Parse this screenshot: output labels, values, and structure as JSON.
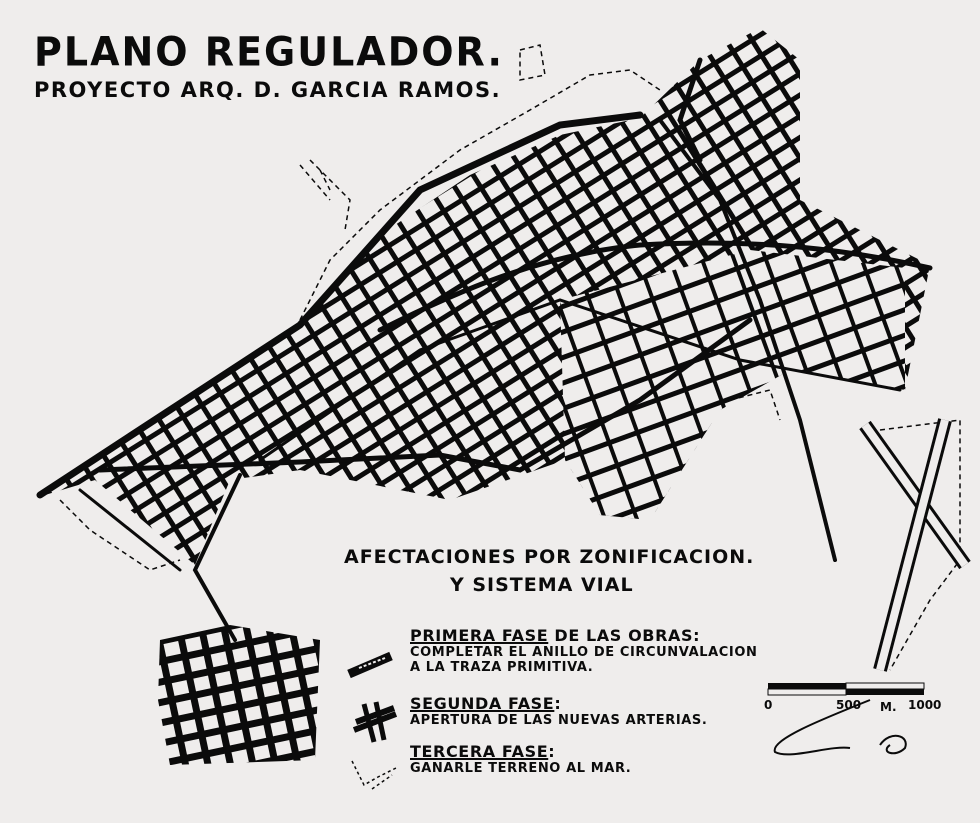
{
  "header": {
    "title": "PLANO REGULADOR.",
    "subtitle": "PROYECTO ARQ. D. GARCIA RAMOS."
  },
  "legend": {
    "heading_line1": "AFECTACIONES POR ZONIFICACION.",
    "heading_line2": "Y SISTEMA VIAL",
    "items": [
      {
        "title_underlined": "PRIMERA FASE",
        "title_rest": " DE LAS OBRAS:",
        "line1": "COMPLETAR EL ANILLO DE CIRCUNVALACION",
        "line2": "A LA TRAZA PRIMITIVA.",
        "icon": "thick-road-icon"
      },
      {
        "title_underlined": "SEGUNDA FASE",
        "title_rest": ":",
        "line1": "APERTURA DE LAS NUEVAS ARTERIAS.",
        "line2": "",
        "icon": "crossing-arteries-icon"
      },
      {
        "title_underlined": "TERCERA FASE",
        "title_rest": ":",
        "line1": "GANARLE TERRENO AL MAR.",
        "line2": "",
        "icon": "dashed-reclaimed-land-icon"
      }
    ]
  },
  "scale": {
    "labels": [
      "0",
      "500",
      "M.",
      "1000"
    ]
  },
  "colors": {
    "ink": "#0b0b0b",
    "paper": "#efedec"
  }
}
